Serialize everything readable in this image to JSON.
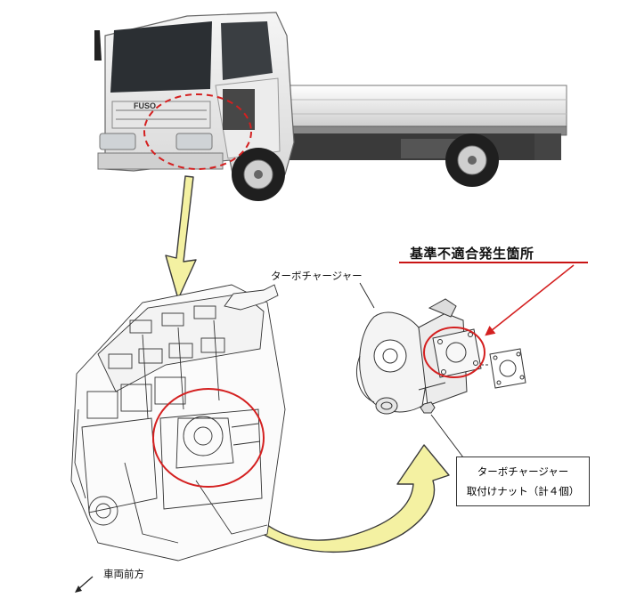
{
  "title": "基準不適合発生箇所",
  "turbocharger_label": "ターボチャージャー",
  "nut_callout": {
    "line1": "ターボチャージャー",
    "line2": "取付けナット（計４個）"
  },
  "vehicle_front_label": "車両前方",
  "truck_brand": "FUSO",
  "colors": {
    "highlight_red": "#d42020",
    "arrow_fill": "#f4f1a2",
    "arrow_stroke": "#3a3a3a",
    "rule_red": "#c91414"
  }
}
